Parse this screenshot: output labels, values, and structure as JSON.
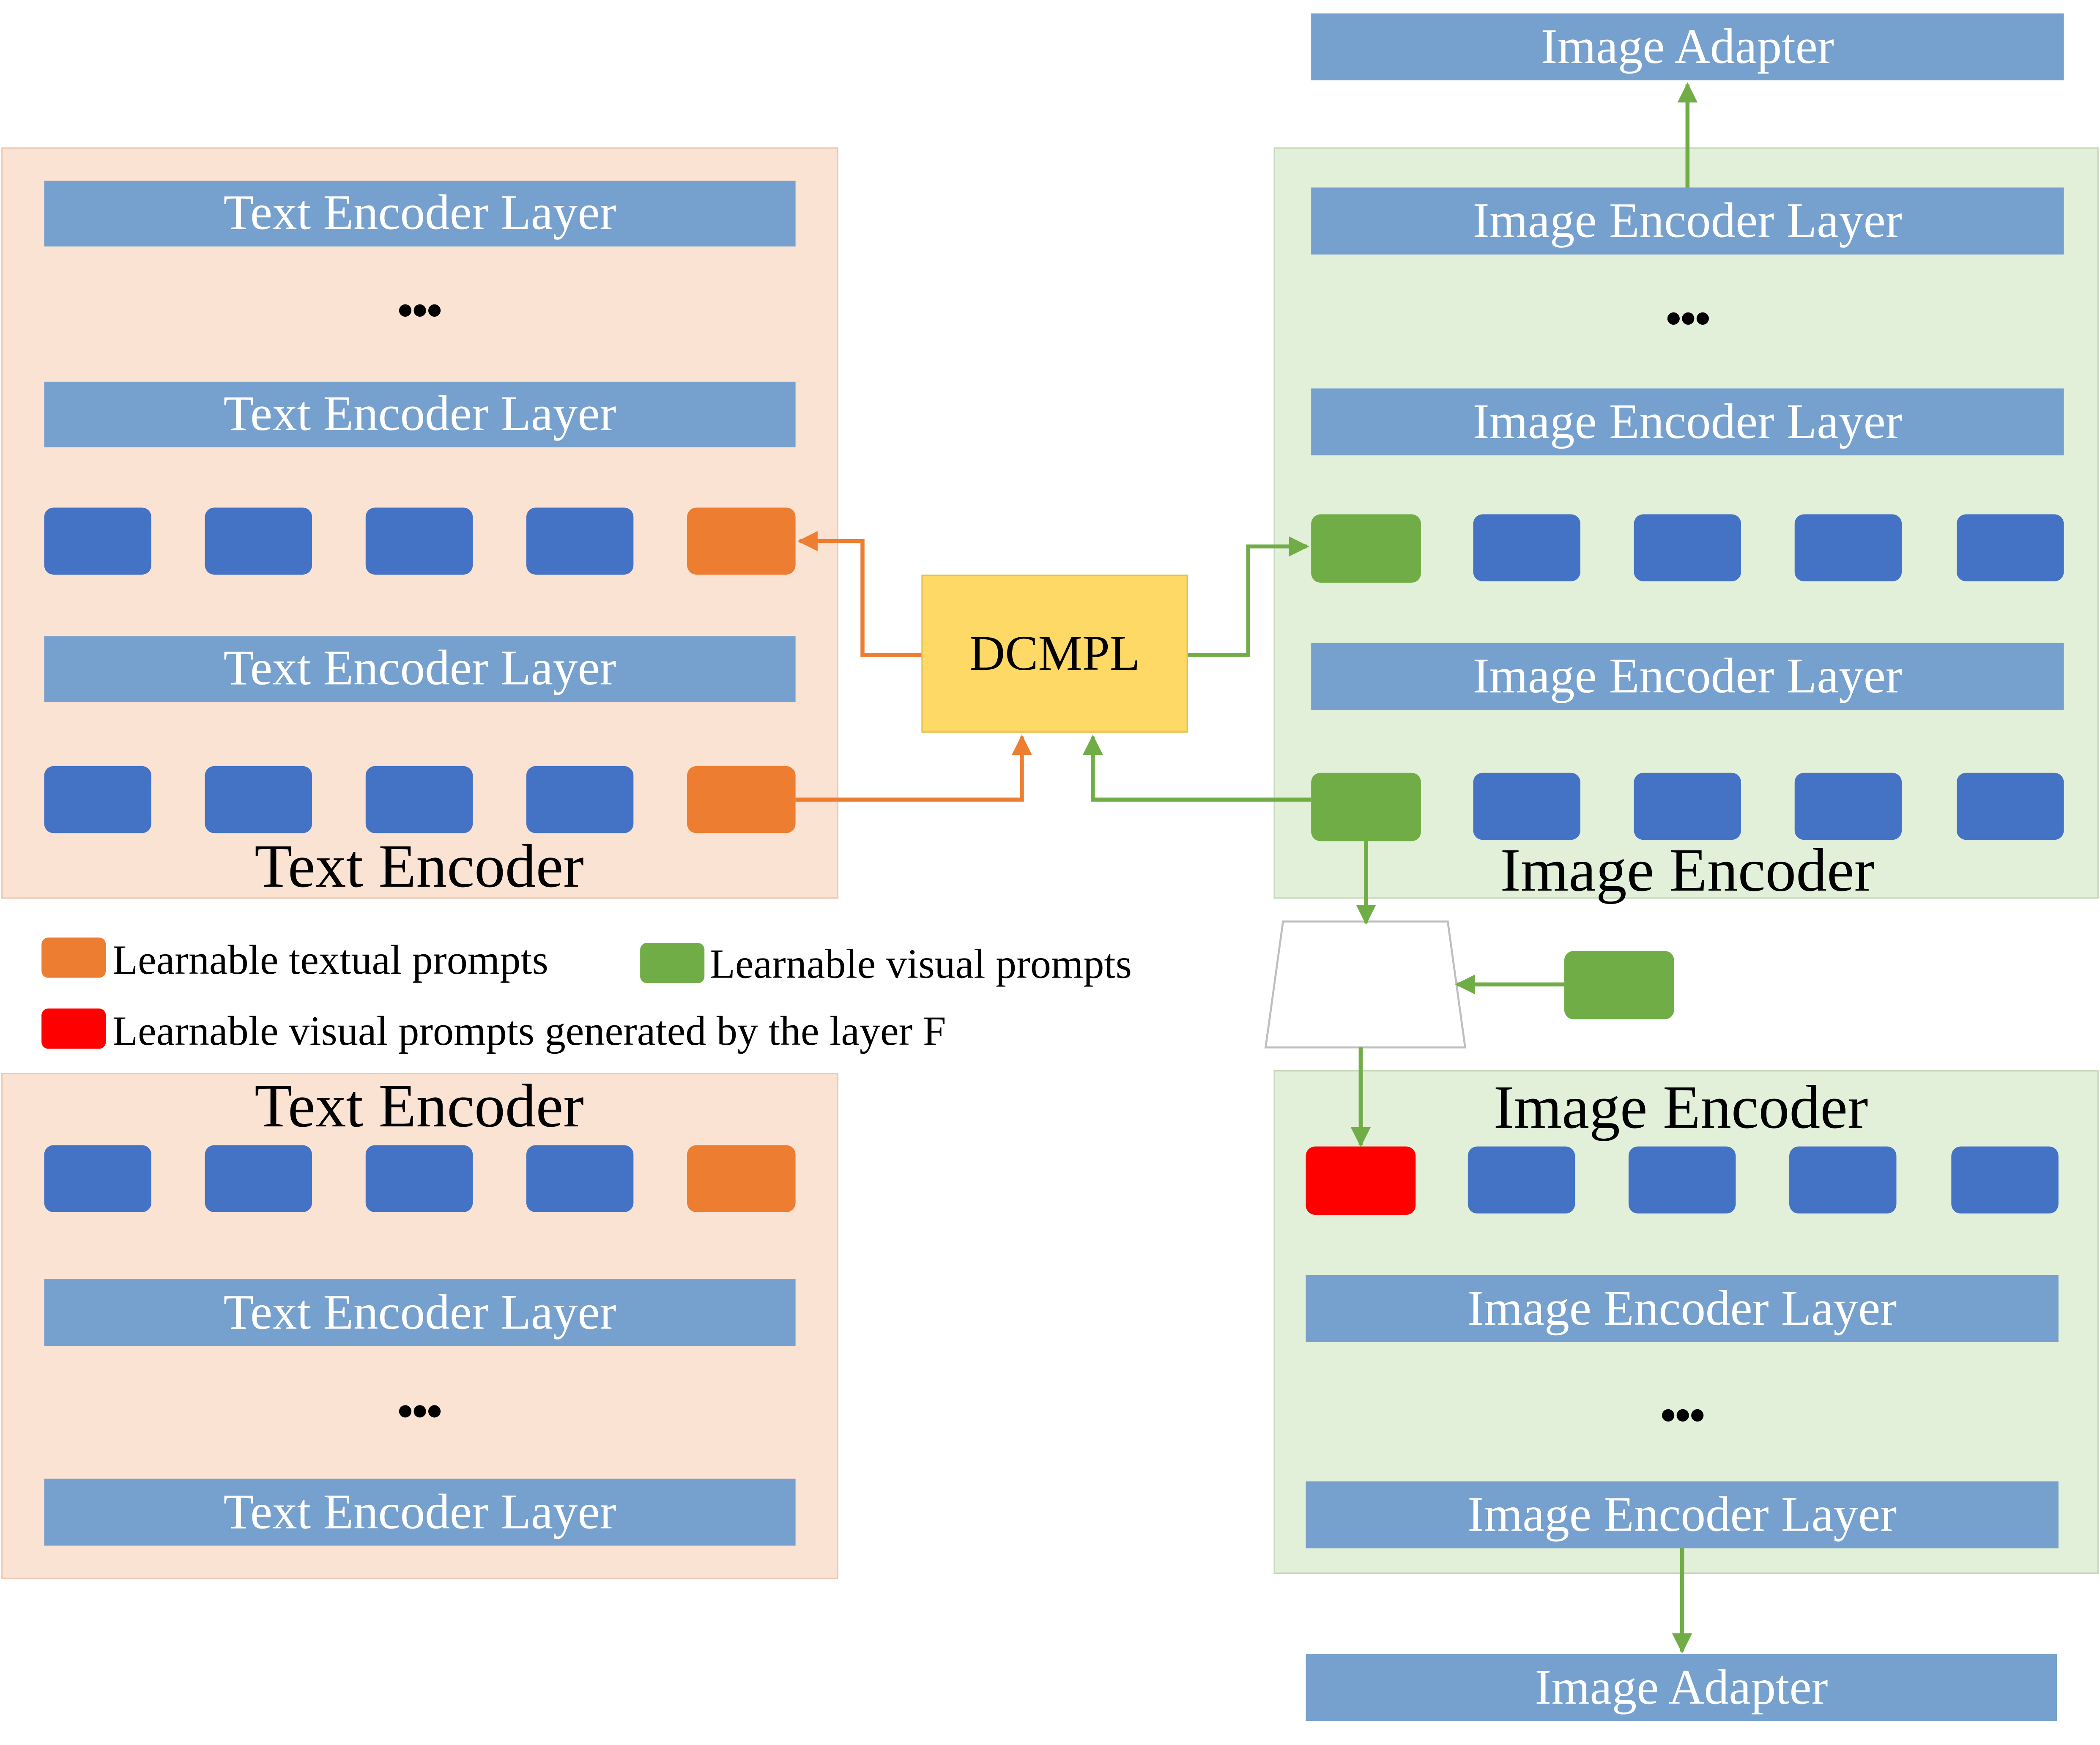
{
  "labels": {
    "image_adapter": "Image Adapter",
    "text_encoder_layer": "Text Encoder Layer",
    "image_encoder_layer": "Image Encoder Layer",
    "text_encoder": "Text Encoder",
    "image_encoder": "Image Encoder",
    "dots": "•••",
    "dcmpl": "DCMPL",
    "f": "F"
  },
  "legend": {
    "textual": "Learnable textual prompts",
    "visual": "Learnable visual prompts",
    "generated": "Learnable visual prompts generated by the layer F"
  },
  "colors": {
    "layer_bar": "#76a0cd",
    "token_blue": "#4472c4",
    "textual_prompt": "#ed7d31",
    "visual_prompt": "#70ad47",
    "generated_prompt": "#ff0000",
    "dcmpl_box": "#ffd966",
    "text_panel": "#fae3d3",
    "image_panel": "#e2efd9"
  }
}
